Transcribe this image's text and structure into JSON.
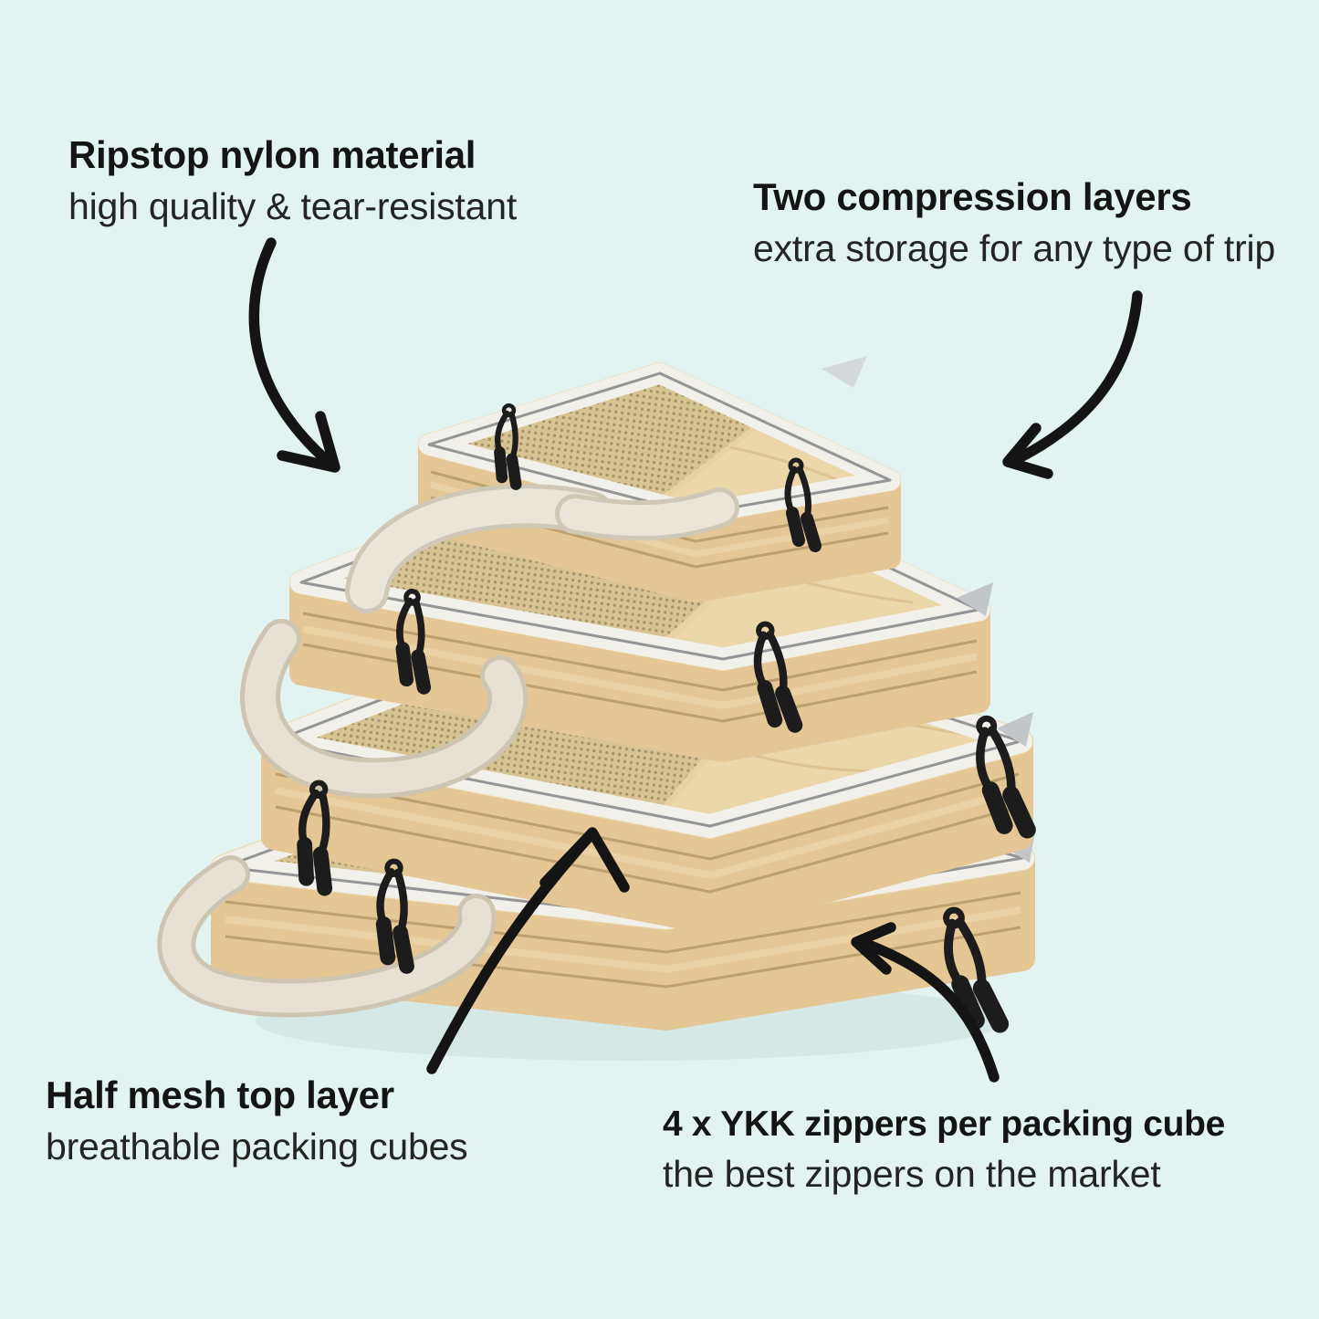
{
  "page": {
    "background_color": "#e2f3f2",
    "text_color": "#141414",
    "arrow_color": "#141414"
  },
  "product": {
    "alt": "Stack of four beige compression packing cubes with white zipper bands, mesh top panels, black zipper pulls and cream carry straps",
    "colors": {
      "fabric_top": "#ecd7aa",
      "fabric_body": "#e4c795",
      "zipper_band": "#f2f0ea",
      "zipper_line": "#85858a",
      "mesh": "#d8c492",
      "mesh_dot": "#6f5f42",
      "strap": "#eae5d9",
      "strap_shadow": "#cfc8b6",
      "zipper_pull": "#1c1c1c"
    }
  },
  "labels": [
    {
      "id": "ripstop",
      "title": "Ripstop nylon material",
      "subtitle": "high quality & tear-resistant"
    },
    {
      "id": "compression",
      "title": "Two compression layers",
      "subtitle": "extra storage for any type of trip"
    },
    {
      "id": "mesh",
      "title": "Half mesh top layer",
      "subtitle": "breathable packing cubes"
    },
    {
      "id": "zippers",
      "title": "4 x YKK zippers per packing cube",
      "subtitle": "the best zippers on the market"
    }
  ]
}
